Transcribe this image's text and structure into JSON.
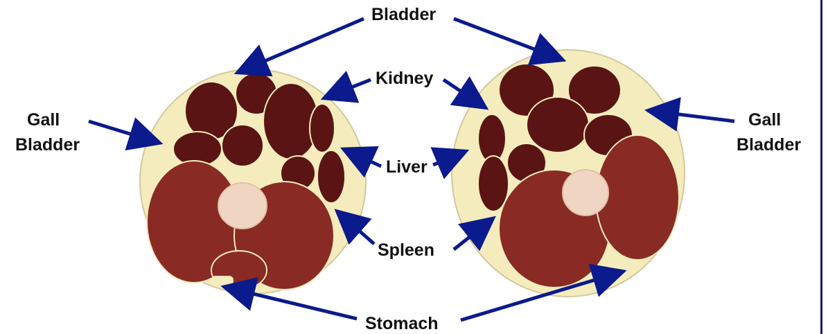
{
  "labels": {
    "bladder": "Bladder",
    "kidney": "Kidney",
    "liver": "Liver",
    "spleen": "Spleen",
    "stomach": "Stomach",
    "gall_left_line1": "Gall",
    "gall_left_line2": "Bladder",
    "gall_right_line1": "Gall",
    "gall_right_line2": "Bladder"
  },
  "colors": {
    "arrow": "#0b1a8c",
    "tissue": "#f4ecbc",
    "muscle_dark": "#5a1414",
    "muscle_medium": "#8a2a24",
    "bone": "#f0d6c2",
    "frame": "#1a1a6e"
  }
}
